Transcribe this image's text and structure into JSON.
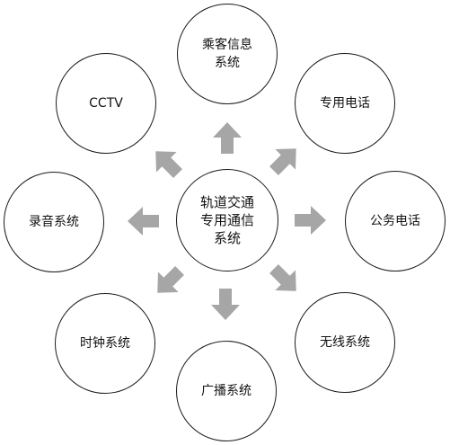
{
  "diagram": {
    "arrow_color": "#a6a6a6",
    "border_color": "#1a1a1a",
    "center": {
      "label": "轨道交通\n专用通信\n系统"
    },
    "nodes": [
      {
        "id": "passenger-info",
        "label": "乘客信息\n系统"
      },
      {
        "id": "dedicated-phone",
        "label": "专用电话"
      },
      {
        "id": "public-phone",
        "label": "公务电话"
      },
      {
        "id": "wireless",
        "label": "无线系统"
      },
      {
        "id": "broadcast",
        "label": "广播系统"
      },
      {
        "id": "clock",
        "label": "时钟系统"
      },
      {
        "id": "recording",
        "label": "录音系统"
      },
      {
        "id": "cctv",
        "label": "CCTV"
      }
    ]
  }
}
